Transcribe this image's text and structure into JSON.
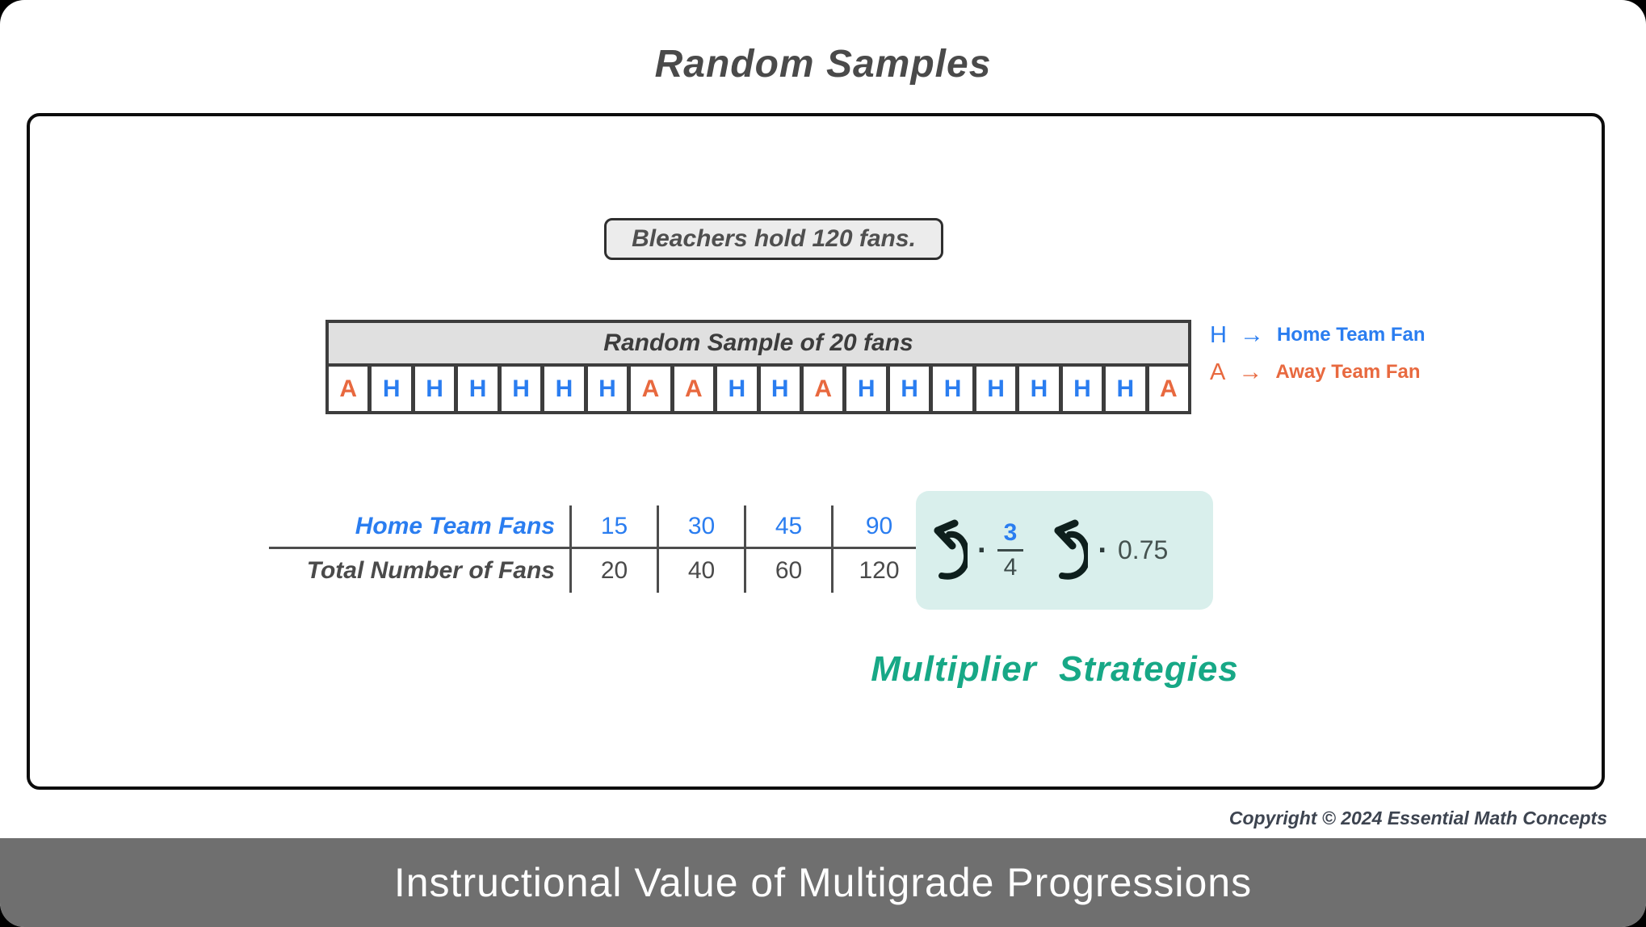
{
  "colors": {
    "home_blue": "#2a7df0",
    "away_orange": "#e8693f",
    "teal_text": "#17a886",
    "teal_box_bg": "#d9efec",
    "footer_gray": "#6f6f6f"
  },
  "title": "Random Samples",
  "callout": {
    "text": "Bleachers hold 120 fans."
  },
  "sample": {
    "header": "Random Sample of 20 fans",
    "letters": [
      "A",
      "H",
      "H",
      "H",
      "H",
      "H",
      "H",
      "A",
      "A",
      "H",
      "H",
      "A",
      "H",
      "H",
      "H",
      "H",
      "H",
      "H",
      "H",
      "A"
    ]
  },
  "legend": {
    "home": {
      "letter": "H",
      "arrow": "→",
      "label": "Home Team Fan"
    },
    "away": {
      "letter": "A",
      "arrow": "→",
      "label": "Away Team Fan"
    }
  },
  "ratio_table": {
    "rows": [
      {
        "label": "Home Team Fans",
        "values": [
          "15",
          "30",
          "45",
          "90"
        ]
      },
      {
        "label": "Total Number of Fans",
        "values": [
          "20",
          "40",
          "60",
          "120"
        ]
      }
    ]
  },
  "multiplier": {
    "dot": "·",
    "fraction": {
      "numerator": "3",
      "denominator": "4"
    },
    "decimal": "0.75",
    "label": "Multiplier Strategies"
  },
  "copyright": "Copyright © 2024 Essential Math Concepts",
  "footer": {
    "title": "Instructional Value of Multigrade Progressions"
  }
}
